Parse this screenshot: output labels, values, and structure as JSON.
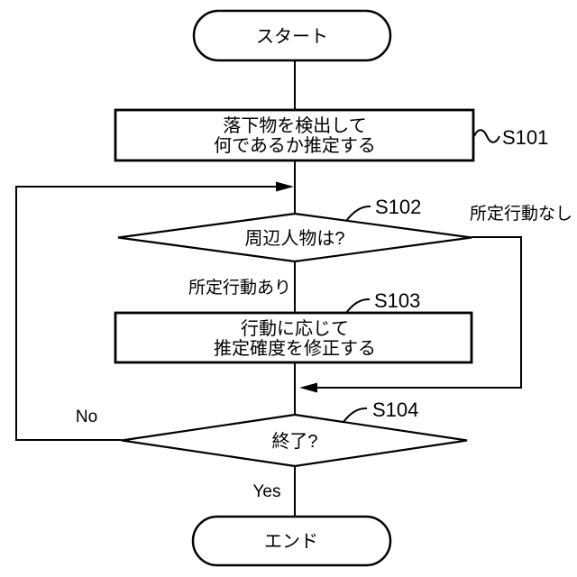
{
  "diagram": {
    "colors": {
      "background": "#ffffff",
      "line": "#000000",
      "text": "#000000"
    },
    "nodes": {
      "start": {
        "type": "terminal",
        "label": "スタート"
      },
      "s101": {
        "type": "process",
        "step": "S101",
        "line1": "落下物を検出して",
        "line2": "何であるか推定する"
      },
      "s102": {
        "type": "decision",
        "step": "S102",
        "label": "周辺人物は?"
      },
      "s103": {
        "type": "process",
        "step": "S103",
        "line1": "行動に応じて",
        "line2": "推定確度を修正する"
      },
      "s104": {
        "type": "decision",
        "step": "S104",
        "label": "終了?"
      },
      "end": {
        "type": "terminal",
        "label": "エンド"
      }
    },
    "edge_labels": {
      "s102_no_action": "所定行動なし",
      "s102_action": "所定行動あり",
      "s104_no": "No",
      "s104_yes": "Yes"
    }
  }
}
